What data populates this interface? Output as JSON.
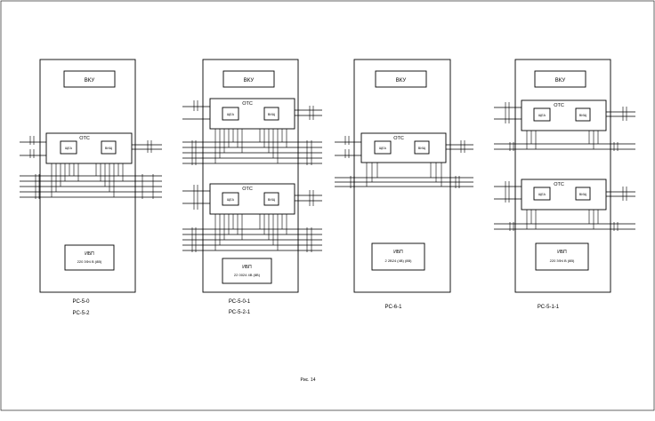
{
  "figure_caption": "Рис. 14",
  "panels": [
    {
      "name": "rs-5-0",
      "top_label": "ВКУ",
      "ups_label": "ИБП",
      "ups_spec": "220 3Ф4 В (8В)",
      "caption_lines": [
        "РС-5-0",
        "РС-5-2"
      ],
      "units": [
        {
          "title": "ОТС",
          "left_tag": "ЩЕА",
          "right_tag": "ВИЩ"
        }
      ]
    },
    {
      "name": "rs-5-0-1",
      "top_label": "ВКУ",
      "ups_label": "ИБП",
      "ups_spec": "22 0024 4В (8В)",
      "caption_lines": [
        "РС-5-0-1",
        "РС-5-2-1"
      ],
      "units": [
        {
          "title": "ОТС",
          "left_tag": "ЩЕА",
          "right_tag": "ВИЩ"
        },
        {
          "title": "ОТС",
          "left_tag": "ЩЕА",
          "right_tag": "ВИЩ"
        }
      ]
    },
    {
      "name": "rs-6-1",
      "top_label": "ВКУ",
      "ups_label": "ИБП",
      "ups_spec": "2 2В24 (4В) (8В)",
      "caption_lines": [
        "РС-6-1"
      ],
      "units": [
        {
          "title": "ОТС",
          "left_tag": "ЩЕА",
          "right_tag": "ВИЩ"
        }
      ]
    },
    {
      "name": "rs-5-1-1",
      "top_label": "ВКУ",
      "ups_label": "ИБП",
      "ups_spec": "220 3Ф4 В (8В)",
      "caption_lines": [
        "РС-5-1-1"
      ],
      "units": [
        {
          "title": "ОТС",
          "left_tag": "ЩЕА",
          "right_tag": "ВИЩ"
        },
        {
          "title": "ОТС",
          "left_tag": "ЩЕА",
          "right_tag": "ВИЩ"
        }
      ]
    }
  ]
}
